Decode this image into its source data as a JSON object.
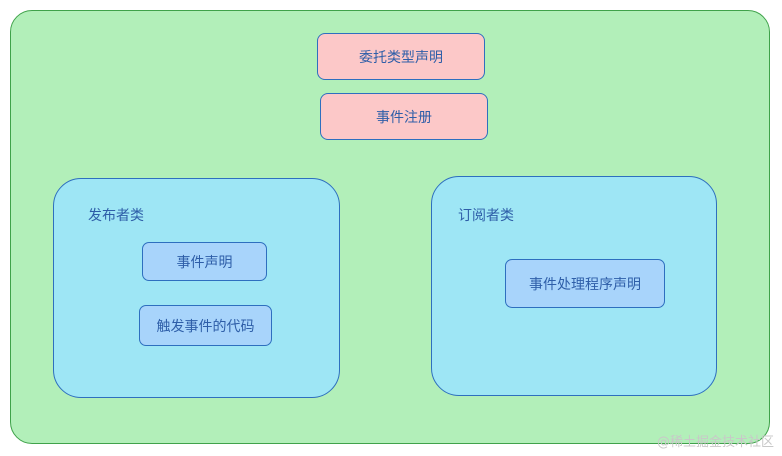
{
  "diagram": {
    "top_boxes": [
      "委托类型声明",
      "事件注册"
    ],
    "publisher": {
      "title": "发布者类",
      "items": [
        "事件声明",
        "触发事件的代码"
      ]
    },
    "subscriber": {
      "title": "订阅者类",
      "items": [
        "事件处理程序声明"
      ]
    }
  },
  "watermark": "@稀土掘金技术社区",
  "colors": {
    "container_fill": "#b2efb9",
    "pink_fill": "#fcc8c8",
    "class_fill": "#9ee6f5",
    "inner_fill": "#a8d4fb",
    "border": "#2e6fbf",
    "text": "#2e5ea8"
  }
}
